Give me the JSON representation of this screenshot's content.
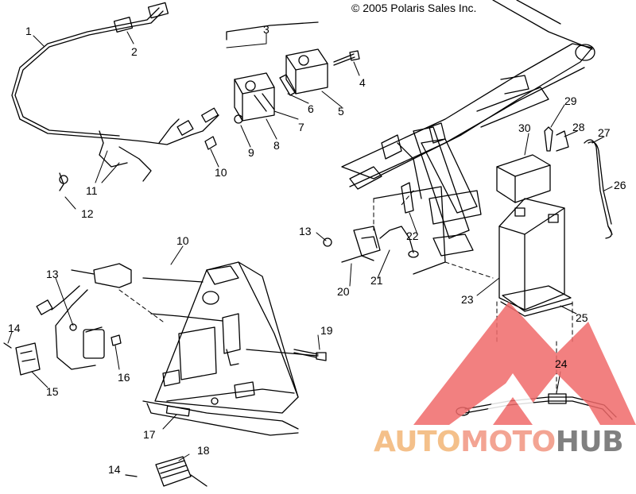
{
  "copyright": "© 2005 Polaris Sales Inc.",
  "watermark": {
    "part1": "AUTO",
    "part2": "MOTO",
    "part3": "HUB",
    "colors": {
      "part1": "#f4c08a",
      "part2": "#f3a493",
      "part3": "#808080",
      "logo": "#f06a6a"
    }
  },
  "callouts": [
    {
      "id": "c1",
      "label": "1"
    },
    {
      "id": "c2",
      "label": "2"
    },
    {
      "id": "c3",
      "label": "3"
    },
    {
      "id": "c4",
      "label": "4"
    },
    {
      "id": "c5",
      "label": "5"
    },
    {
      "id": "c6",
      "label": "6"
    },
    {
      "id": "c7",
      "label": "7"
    },
    {
      "id": "c8",
      "label": "8"
    },
    {
      "id": "c9",
      "label": "9"
    },
    {
      "id": "c10a",
      "label": "10"
    },
    {
      "id": "c10b",
      "label": "10"
    },
    {
      "id": "c11",
      "label": "11"
    },
    {
      "id": "c12",
      "label": "12"
    },
    {
      "id": "c13a",
      "label": "13"
    },
    {
      "id": "c13b",
      "label": "13"
    },
    {
      "id": "c14a",
      "label": "14"
    },
    {
      "id": "c14b",
      "label": "14"
    },
    {
      "id": "c15",
      "label": "15"
    },
    {
      "id": "c16",
      "label": "16"
    },
    {
      "id": "c17",
      "label": "17"
    },
    {
      "id": "c18",
      "label": "18"
    },
    {
      "id": "c19",
      "label": "19"
    },
    {
      "id": "c20",
      "label": "20"
    },
    {
      "id": "c21",
      "label": "21"
    },
    {
      "id": "c22",
      "label": "22"
    },
    {
      "id": "c23",
      "label": "23"
    },
    {
      "id": "c24",
      "label": "24"
    },
    {
      "id": "c25",
      "label": "25"
    },
    {
      "id": "c26",
      "label": "26"
    },
    {
      "id": "c27",
      "label": "27"
    },
    {
      "id": "c28",
      "label": "28"
    },
    {
      "id": "c29",
      "label": "29"
    },
    {
      "id": "c30",
      "label": "30"
    }
  ]
}
